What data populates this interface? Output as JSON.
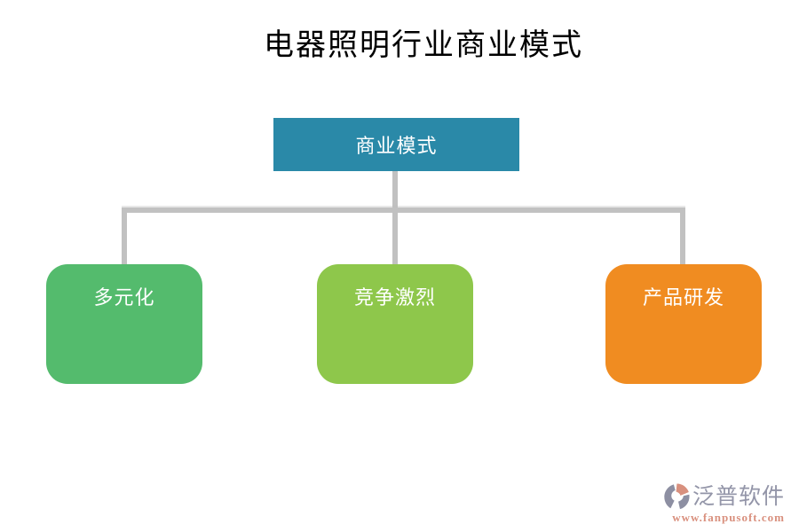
{
  "title": "电器照明行业商业模式",
  "diagram": {
    "type": "tree",
    "connector_color": "#c1c1c1",
    "root": {
      "label": "商业模式",
      "color": "#2a89a8",
      "text_color": "#ffffff"
    },
    "children": [
      {
        "label": "多元化",
        "color": "#54bb6d",
        "text_color": "#ffffff"
      },
      {
        "label": "竞争激烈",
        "color": "#8ec74b",
        "text_color": "#ffffff"
      },
      {
        "label": "产品研发",
        "color": "#f08c21",
        "text_color": "#ffffff"
      }
    ]
  },
  "watermark": {
    "logo_icon": "fanpu-swirl-logo",
    "brand": "泛普软件",
    "brand_color": "#9395a8",
    "url": "www.fanpusoft.com",
    "url_color": "#d9907e",
    "logo_slate_color": "#8d8fa2",
    "logo_salmon_color": "#d8907e"
  }
}
